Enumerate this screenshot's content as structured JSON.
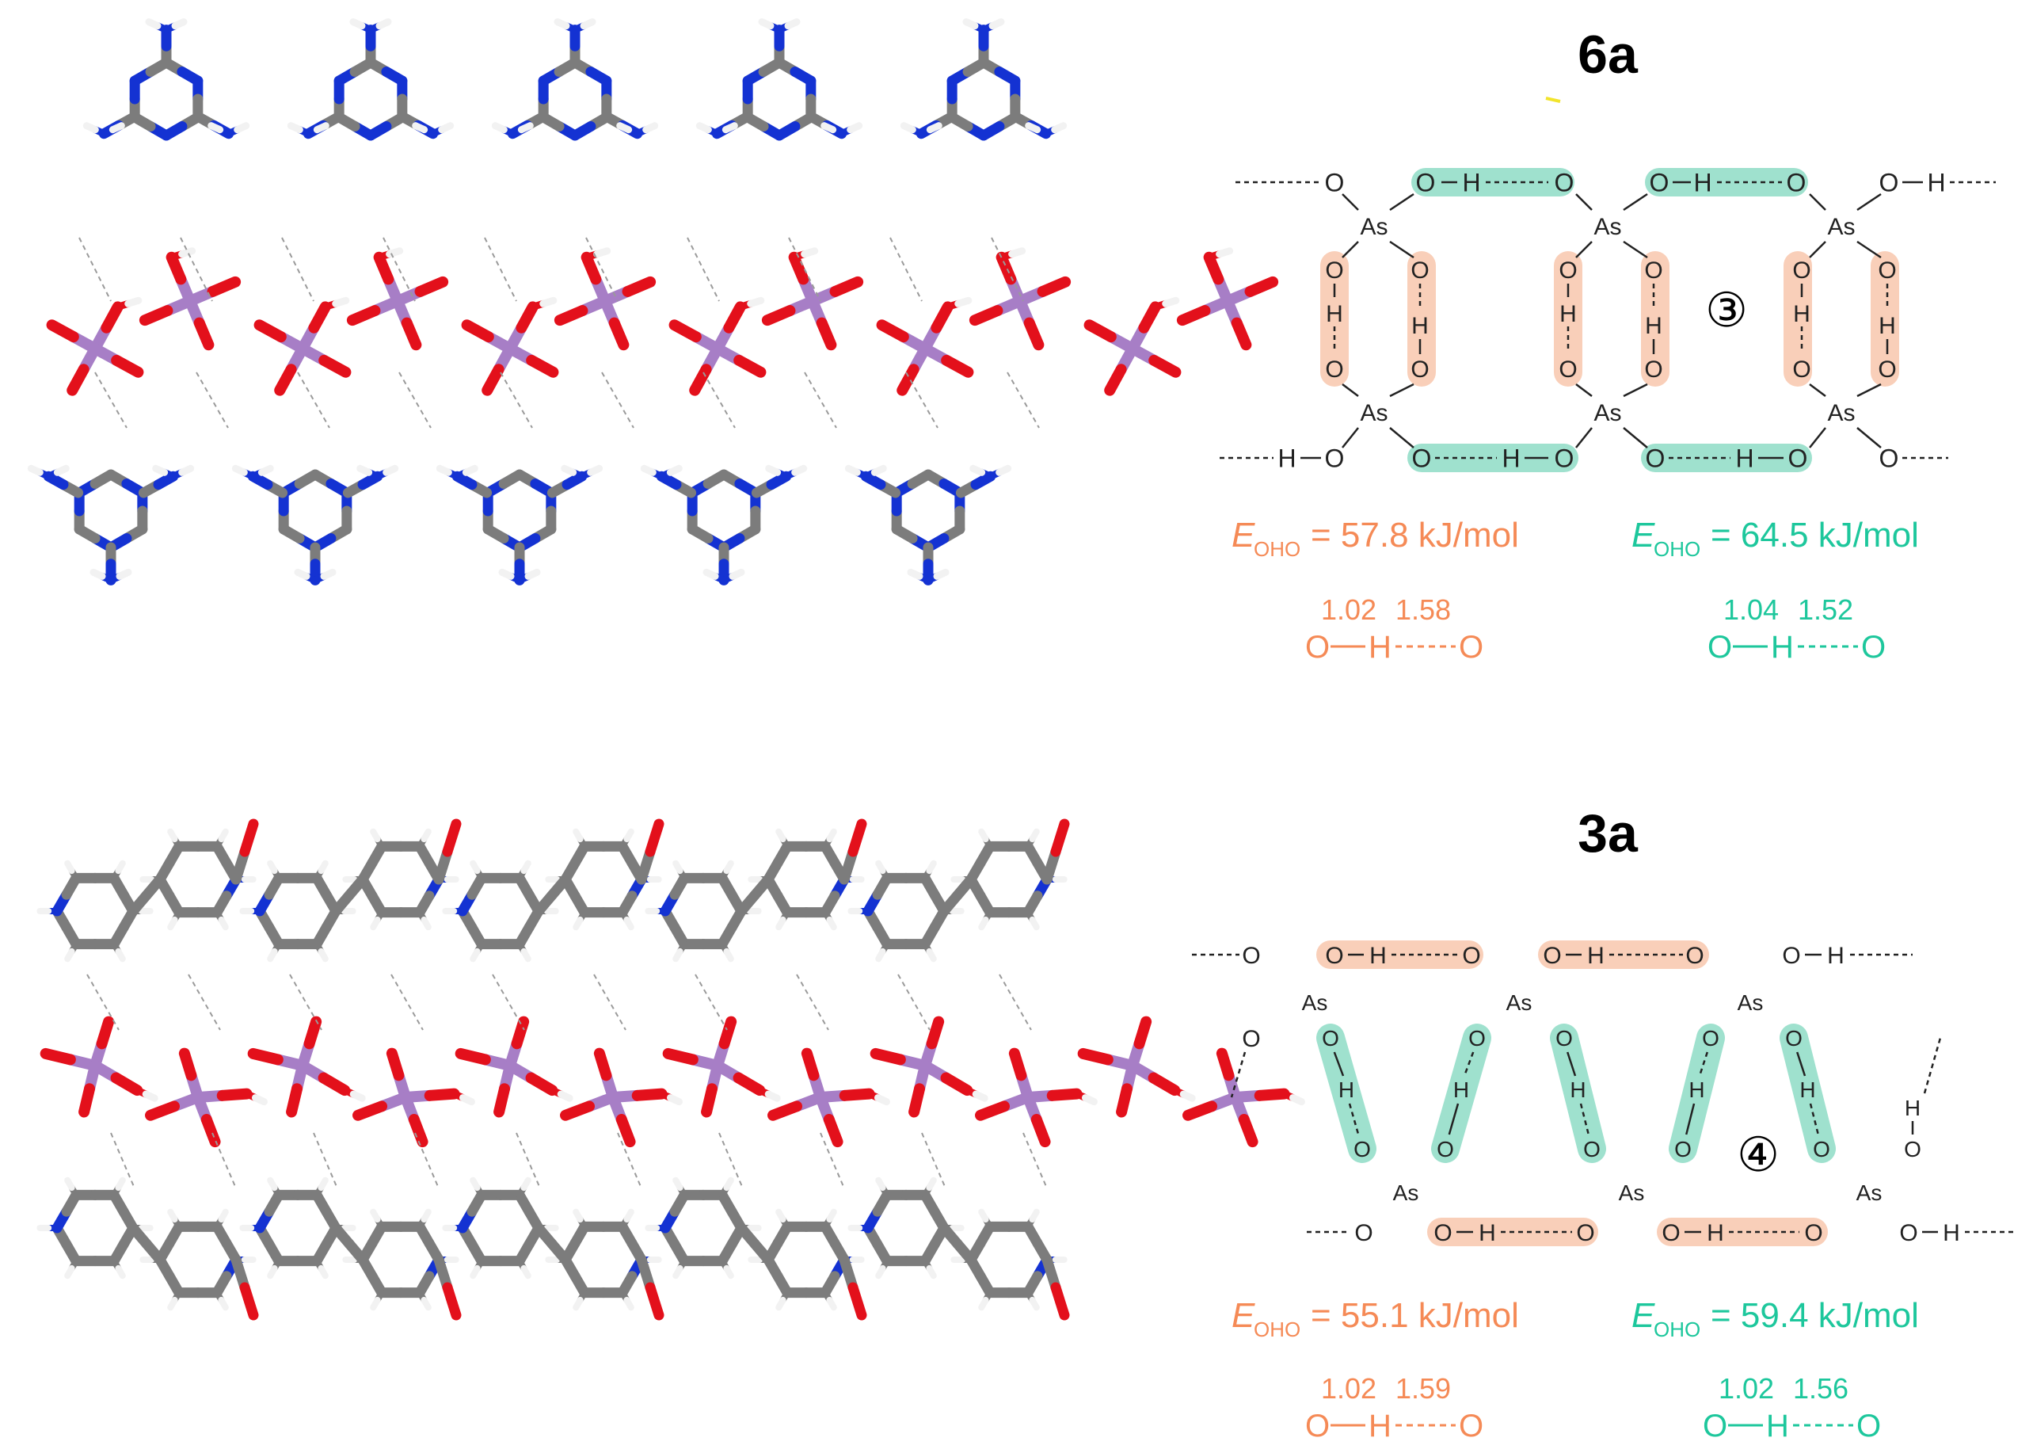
{
  "colors": {
    "orange": "#f58a56",
    "green": "#1dc79c",
    "orange_fill": "#f9c7ad",
    "green_fill": "#8fdcc6",
    "as_purple": "#a77ec6",
    "oxygen_red": "#e3101b",
    "nitrogen_blue": "#1432d2",
    "carbon_gray": "#7c7c7c",
    "hydrogen_white": "#f2f2f2"
  },
  "crystal_views": {
    "top_image": "melamine-arsenate-layer-structure",
    "bottom_image": "pyridinium-arsenate-layer-structure"
  },
  "panels": [
    {
      "id": "6a",
      "title": "6a",
      "ring_label": "③",
      "atoms": {
        "as": "As",
        "o": "O",
        "h": "H"
      },
      "energy_left": {
        "symbol": "E",
        "subscript": "OHO",
        "value": "= 57.8 kJ/mol"
      },
      "energy_right": {
        "symbol": "E",
        "subscript": "OHO",
        "value": "= 64.5 kJ/mol"
      },
      "bond_left": {
        "oh": "1.02",
        "ho": "1.58",
        "o1": "O",
        "h": "H",
        "o2": "O"
      },
      "bond_right": {
        "oh": "1.04",
        "ho": "1.52",
        "o1": "O",
        "h": "H",
        "o2": "O"
      }
    },
    {
      "id": "3a",
      "title": "3a",
      "ring_label": "④",
      "atoms": {
        "as": "As",
        "o": "O",
        "h": "H"
      },
      "energy_left": {
        "symbol": "E",
        "subscript": "OHO",
        "value": "= 55.1 kJ/mol"
      },
      "energy_right": {
        "symbol": "E",
        "subscript": "OHO",
        "value": "= 59.4 kJ/mol"
      },
      "bond_left": {
        "oh": "1.02",
        "ho": "1.59",
        "o1": "O",
        "h": "H",
        "o2": "O"
      },
      "bond_right": {
        "oh": "1.02",
        "ho": "1.56",
        "o1": "O",
        "h": "H",
        "o2": "O"
      }
    }
  ]
}
